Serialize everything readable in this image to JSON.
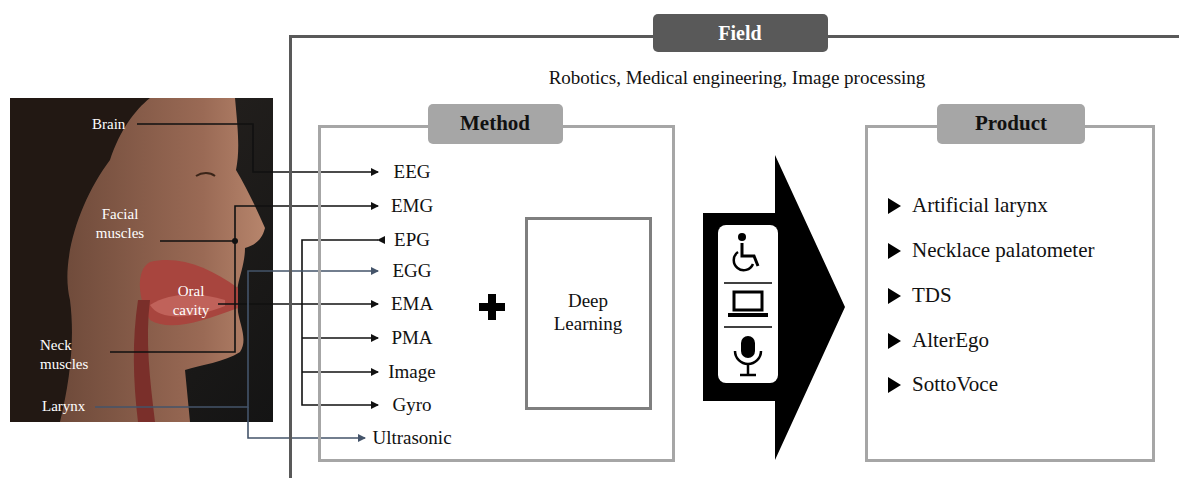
{
  "diagram": {
    "nodes": [
      {
        "text": [
          "Field",
          "Robotics, Medical engineering, Image processing"
        ]
      },
      {
        "text": [
          "Method",
          "EEG",
          "EMG",
          "EPG",
          "EGG",
          "EMA",
          "PMA",
          "Image",
          "Gyro",
          "Ultrasonic"
        ],
        "in": 0
      },
      {
        "text": [
          "Deep Learning"
        ],
        "in": 1
      },
      {
        "text": [
          "Product",
          "Artificial larynx",
          "Necklace palatometer",
          "TDS",
          "AlterEgo",
          "SottoVoce"
        ],
        "in": 0
      }
    ],
    "labels": [
      "Brain",
      "Facial muscles",
      "Oral cavity",
      "Neck muscles",
      "Larynx"
    ]
  }
}
